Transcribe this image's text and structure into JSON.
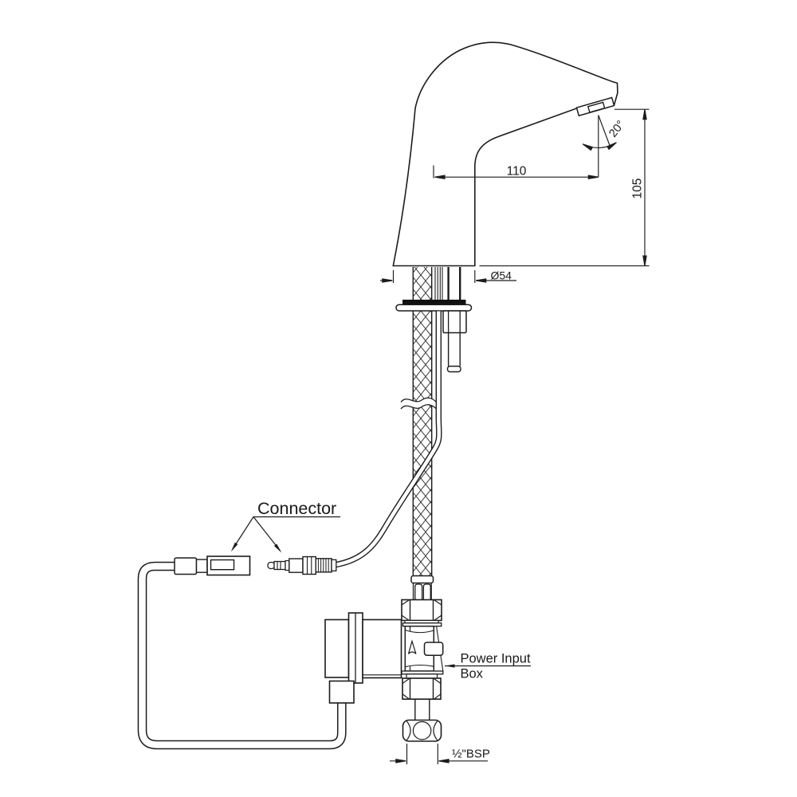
{
  "drawing": {
    "type": "technical-line-drawing",
    "subject": "sensor faucet installation diagram",
    "background_color": "#ffffff",
    "line_color": "#1c1c1c"
  },
  "labels": {
    "connector": "Connector",
    "power_input_line1": "Power Input",
    "power_input_line2": "Box"
  },
  "dimensions": {
    "spout_reach": "110",
    "spout_height": "105",
    "spray_angle": "20°",
    "base_diameter": "Ø54",
    "inlet_thread": "½\"BSP"
  }
}
